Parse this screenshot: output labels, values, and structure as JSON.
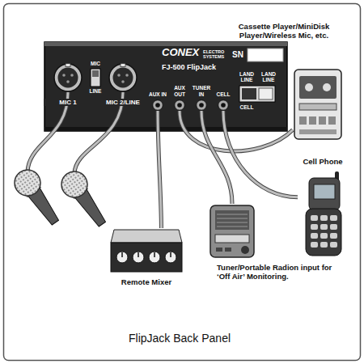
{
  "diagram": {
    "caption": "FlipJack Back Panel",
    "nodes": [
      {
        "text": [
          "CONEX",
          "ELECTRO SYSTEMS",
          "FJ-500 FlipJack"
        ]
      },
      {
        "text": [
          "MIC 1"
        ],
        "in": 0
      },
      {
        "text": [
          "MIC 2/LINE"
        ],
        "in": 0
      },
      {
        "text": [
          "AUX IN"
        ],
        "in": 0
      },
      {
        "text": [
          "AUX OUT"
        ],
        "in": 0
      },
      {
        "text": [
          "TUNER IN"
        ],
        "in": 0
      },
      {
        "text": [
          "CELL"
        ],
        "in": 0
      },
      {
        "text": [
          "Cassette Player/MiniDisk Player/Wireless Mic, etc."
        ]
      },
      {
        "text": [
          "Cell Phone"
        ]
      },
      {
        "text": [
          "Remote Mixer"
        ]
      },
      {
        "text": [
          "Tuner/Portable Radion input for ‘Off Air’ Monitoring."
        ]
      }
    ],
    "edges": [
      {
        "from": 7,
        "to": 4,
        "arrow": "none"
      },
      {
        "from": 8,
        "to": 6,
        "arrow": "none"
      },
      {
        "from": 9,
        "to": 3,
        "arrow": "none"
      },
      {
        "from": 10,
        "to": 5,
        "arrow": "none"
      }
    ],
    "labels": [
      "SN",
      "MIC",
      "LINE",
      "LAND LINE",
      "LAND LINE",
      "CELL"
    ]
  }
}
